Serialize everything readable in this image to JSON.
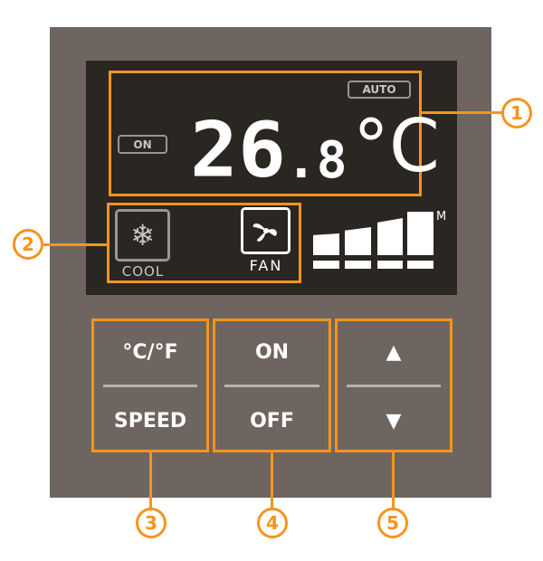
{
  "display": {
    "auto_label": "AUTO",
    "on_label": "ON",
    "temperature": "26",
    "temperature_decimal": ".8",
    "unit": "°C",
    "mode_label": "COOL",
    "fan_label": "FAN",
    "speed_indicator": "M",
    "fan_speed_level": 4,
    "fan_speed_max": 4
  },
  "buttons": [
    {
      "top": "°C/°F",
      "bottom": "SPEED"
    },
    {
      "top": "ON",
      "bottom": "OFF"
    },
    {
      "top": "▲",
      "bottom": "▼"
    }
  ],
  "callouts": [
    "1",
    "2",
    "3",
    "4",
    "5"
  ],
  "colors": {
    "accent": "#f7941d",
    "panel": "#6e6560",
    "screen": "#2a2622"
  }
}
